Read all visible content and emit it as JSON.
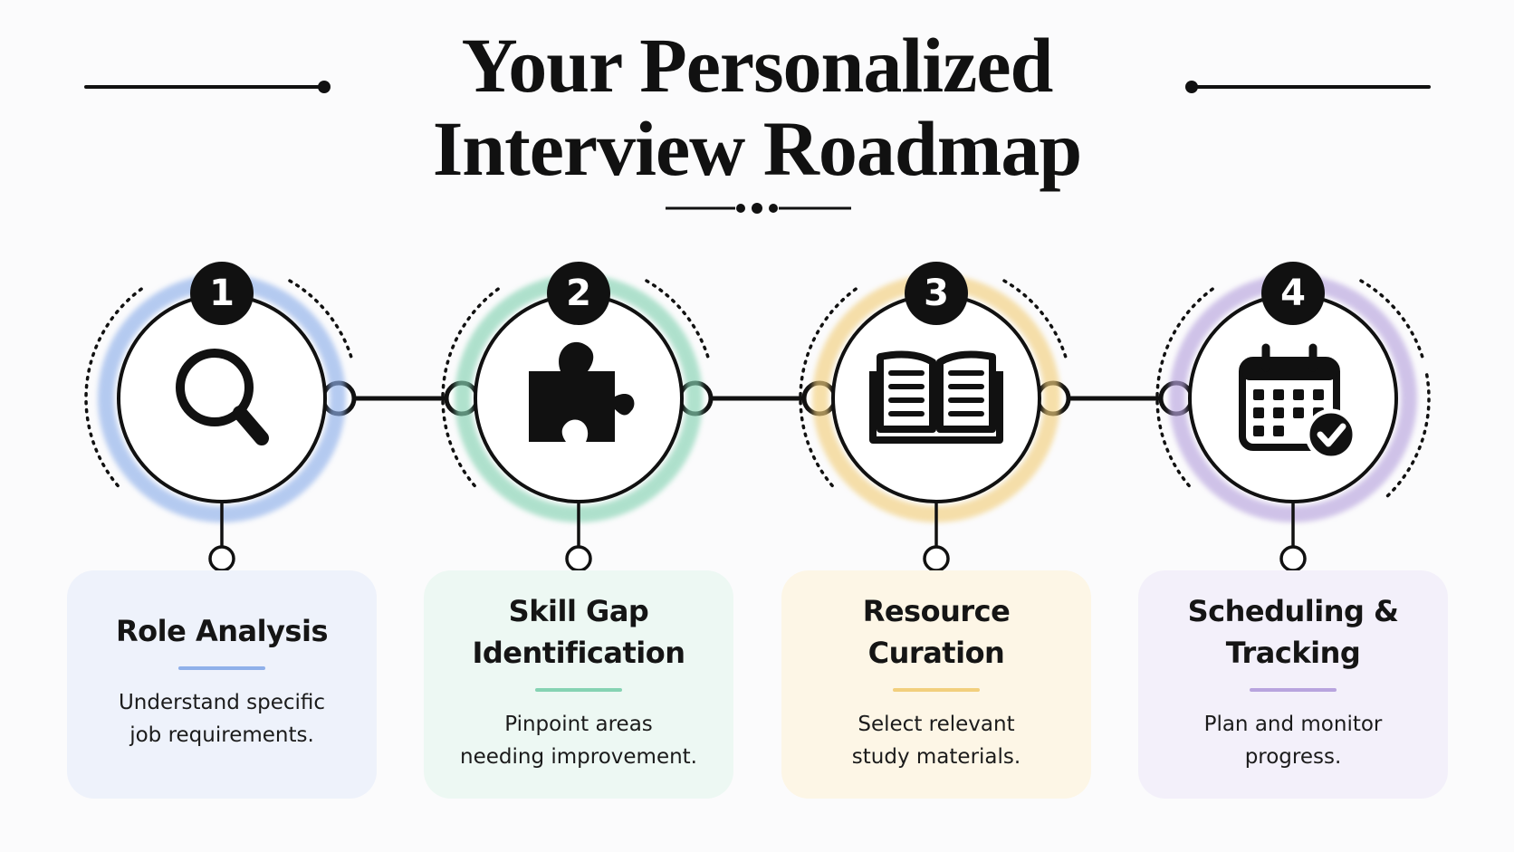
{
  "title": {
    "line1": "Your Personalized",
    "line2": "Interview Roadmap"
  },
  "steps": [
    {
      "number": "1",
      "title_lines": [
        "Role Analysis"
      ],
      "desc_lines": [
        "Understand specific",
        "job requirements."
      ],
      "icon": "magnifier-icon",
      "accent": "#8fb0ea",
      "card_bg": "#eef2fb"
    },
    {
      "number": "2",
      "title_lines": [
        "Skill Gap",
        "Identification"
      ],
      "desc_lines": [
        "Pinpoint areas",
        "needing improvement."
      ],
      "icon": "puzzle-piece-icon",
      "accent": "#86d3b3",
      "card_bg": "#edf8f3"
    },
    {
      "number": "3",
      "title_lines": [
        "Resource",
        "Curation"
      ],
      "desc_lines": [
        "Select relevant",
        "study materials."
      ],
      "icon": "open-book-icon",
      "accent": "#f2cf7d",
      "card_bg": "#fdf6e6"
    },
    {
      "number": "4",
      "title_lines": [
        "Scheduling &",
        "Tracking"
      ],
      "desc_lines": [
        "Plan and monitor",
        "progress."
      ],
      "icon": "calendar-check-icon",
      "accent": "#b8a4de",
      "card_bg": "#f3f0fa"
    }
  ]
}
